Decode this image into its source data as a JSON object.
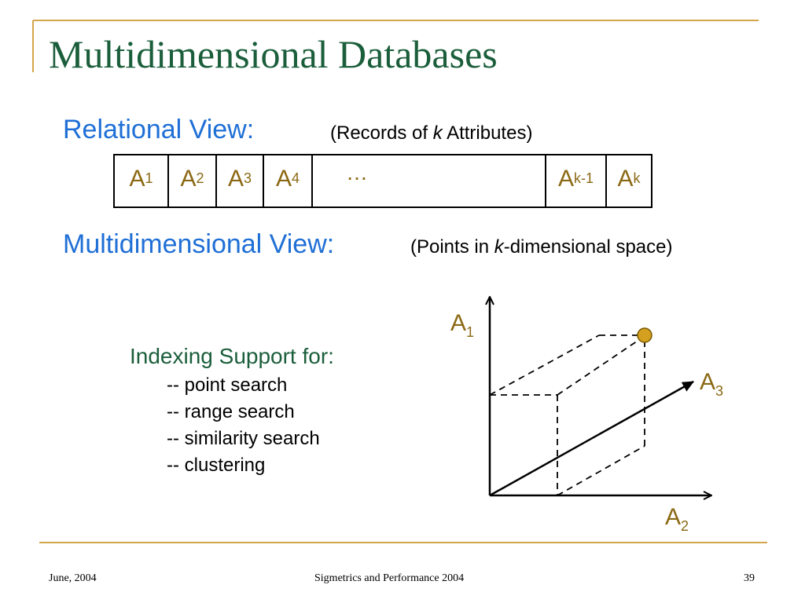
{
  "slide": {
    "title": "Multidimensional Databases",
    "relational_heading": "Relational View:",
    "relational_note_prefix": "(Records of ",
    "relational_note_italic": "k",
    "relational_note_suffix": " Attributes)",
    "record_cells": [
      {
        "base": "A",
        "sub": "1"
      },
      {
        "base": "A",
        "sub": "2"
      },
      {
        "base": "A",
        "sub": "3"
      },
      {
        "base": "A",
        "sub": "4"
      },
      {
        "ellipsis": "…"
      },
      {
        "base": "A",
        "sub": "k-1"
      },
      {
        "base": "A",
        "sub": "k"
      }
    ],
    "multidim_heading": "Multidimensional View:",
    "multidim_note_prefix": "(Points in ",
    "multidim_note_italic": "k",
    "multidim_note_suffix": "-dimensional space)",
    "indexing_heading": "Indexing Support for:",
    "indexing_items": [
      "--  point search",
      "--  range search",
      "--  similarity search",
      "--  clustering"
    ],
    "axes": {
      "a1": {
        "base": "A",
        "sub": "1"
      },
      "a2": {
        "base": "A",
        "sub": "2"
      },
      "a3": {
        "base": "A",
        "sub": "3"
      }
    },
    "colors": {
      "title": "#1b5e3b",
      "heading_blue": "#1f6fd6",
      "attr_gold": "#8b6914",
      "accent_line": "#d4a64a",
      "point_fill": "#d4a020"
    }
  },
  "footer": {
    "date": "June, 2004",
    "center": "Sigmetrics and Performance 2004",
    "page": "39"
  }
}
